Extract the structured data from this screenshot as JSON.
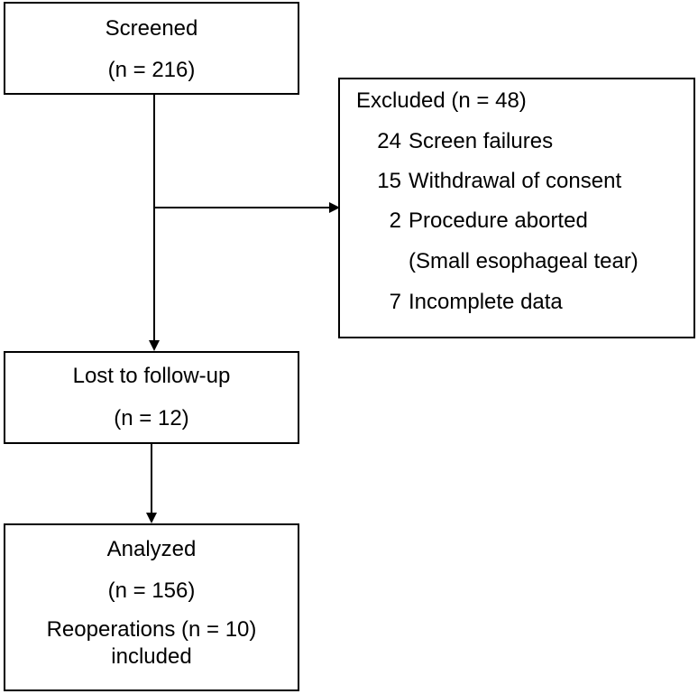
{
  "screened": {
    "title": "Screened",
    "count": "(n = 216)"
  },
  "excluded": {
    "title": "Excluded (n = 48)",
    "items": [
      {
        "number": "24",
        "label": "Screen failures"
      },
      {
        "number": "15",
        "label": "Withdrawal of consent"
      },
      {
        "number": "2",
        "label": "Procedure aborted"
      },
      {
        "number": "",
        "label": "(Small esophageal tear)"
      },
      {
        "number": "7",
        "label": "Incomplete data"
      }
    ]
  },
  "lost": {
    "title": "Lost to follow-up",
    "count": "(n = 12)"
  },
  "analyzed": {
    "title": "Analyzed",
    "count": "(n = 156)",
    "note_line1": "Reoperations (n = 10)",
    "note_line2": "included"
  }
}
